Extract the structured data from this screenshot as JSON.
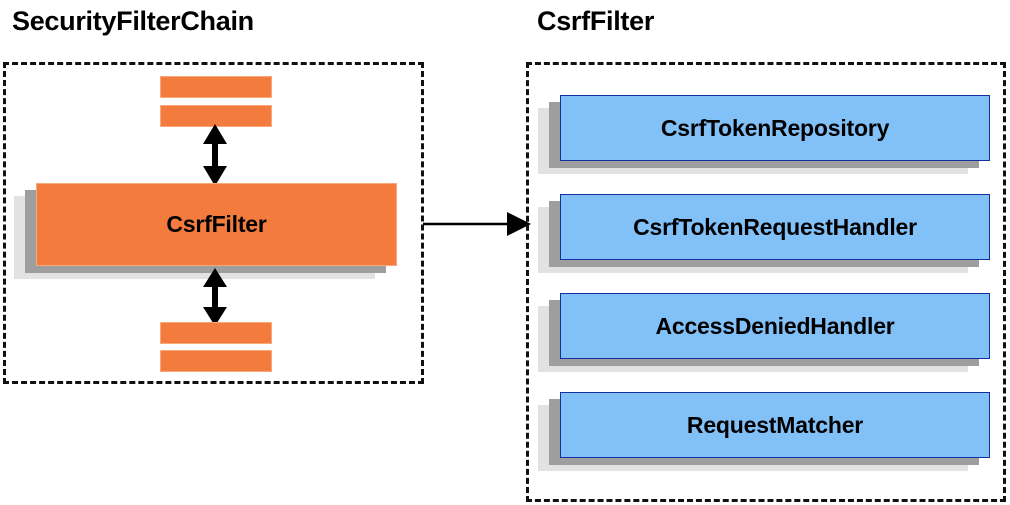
{
  "diagram": {
    "type": "component-relationship-diagram",
    "background_color": "#ffffff",
    "panels": [
      {
        "id": "security-filter-chain",
        "title": "SecurityFilterChain",
        "border_style": "dashed",
        "border_color": "#111111"
      },
      {
        "id": "csrf-filter",
        "title": "CsrfFilter",
        "border_style": "dashed",
        "border_color": "#111111"
      }
    ]
  },
  "left_panel": {
    "title": "SecurityFilterChain",
    "top_bars": [
      {
        "label": ""
      },
      {
        "label": ""
      }
    ],
    "main_box": {
      "label": "CsrfFilter",
      "fill_color": "#F47B3E",
      "border_color": "#F9A87C"
    },
    "bottom_bars": [
      {
        "label": ""
      },
      {
        "label": ""
      }
    ],
    "arrows": {
      "above_label": "",
      "below_label": "",
      "style": "double-headed-vertical"
    }
  },
  "right_panel": {
    "title": "CsrfFilter",
    "collaborators": [
      {
        "label": "CsrfTokenRepository",
        "fill_color": "#82C0F8",
        "border_color": "#1430A0"
      },
      {
        "label": "CsrfTokenRequestHandler",
        "fill_color": "#82C0F8",
        "border_color": "#1430A0"
      },
      {
        "label": "AccessDeniedHandler",
        "fill_color": "#82C0F8",
        "border_color": "#1430A0"
      },
      {
        "label": "RequestMatcher",
        "fill_color": "#82C0F8",
        "border_color": "#1430A0"
      }
    ]
  },
  "connector": {
    "label": "",
    "style": "single-headed-horizontal",
    "from_panel": "security-filter-chain",
    "to_panel": "csrf-filter",
    "color": "#000000"
  },
  "shadow_colors": {
    "back_plate": "#e2e2e2",
    "mid_plate": "#9e9e9e"
  }
}
